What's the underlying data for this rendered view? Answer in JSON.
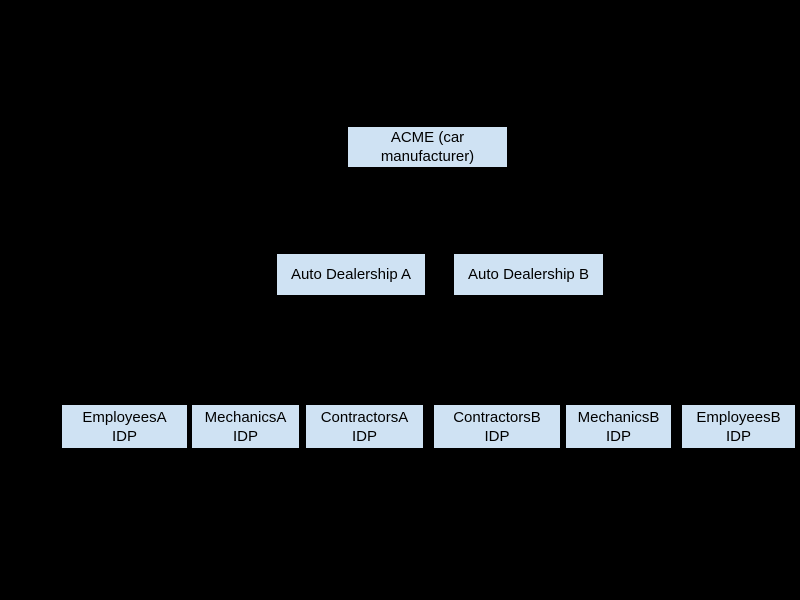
{
  "diagram": {
    "type": "hierarchy",
    "background_color": "#000000",
    "node_fill_color": "#cfe2f3",
    "node_text_color": "#000000",
    "nodes": [
      {
        "id": "acme",
        "label": "ACME (car\nmanufacturer)",
        "level": 1
      },
      {
        "id": "auto-dealership-a",
        "label": "Auto Dealership A",
        "level": 2
      },
      {
        "id": "auto-dealership-b",
        "label": "Auto Dealership B",
        "level": 2
      },
      {
        "id": "employees-a-idp",
        "label": "EmployeesA\nIDP",
        "level": 3
      },
      {
        "id": "mechanics-a-idp",
        "label": "MechanicsA\nIDP",
        "level": 3
      },
      {
        "id": "contractors-a-idp",
        "label": "ContractorsA\nIDP",
        "level": 3
      },
      {
        "id": "contractors-b-idp",
        "label": "ContractorsB\nIDP",
        "level": 3
      },
      {
        "id": "mechanics-b-idp",
        "label": "MechanicsB\nIDP",
        "level": 3
      },
      {
        "id": "employees-b-idp",
        "label": "EmployeesB\nIDP",
        "level": 3
      }
    ]
  }
}
